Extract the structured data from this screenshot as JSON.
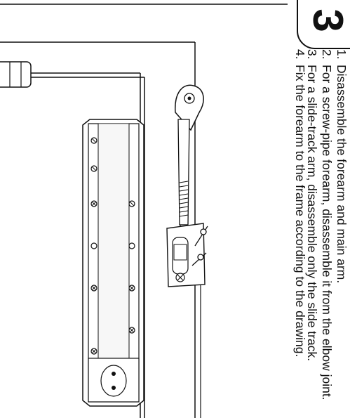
{
  "step_badge": "3",
  "steps": [
    {
      "number": "1.",
      "text": "Disassemble the forearm and main arm."
    },
    {
      "number": "2.",
      "text": "For a screw-pipe forearm, disassemble it from the elbow joint."
    },
    {
      "number": "3.",
      "text": "For a slide-track arm, disassemble only the slide track."
    },
    {
      "number": "4.",
      "text": "Fix the forearm to the frame according to the drawing."
    }
  ]
}
